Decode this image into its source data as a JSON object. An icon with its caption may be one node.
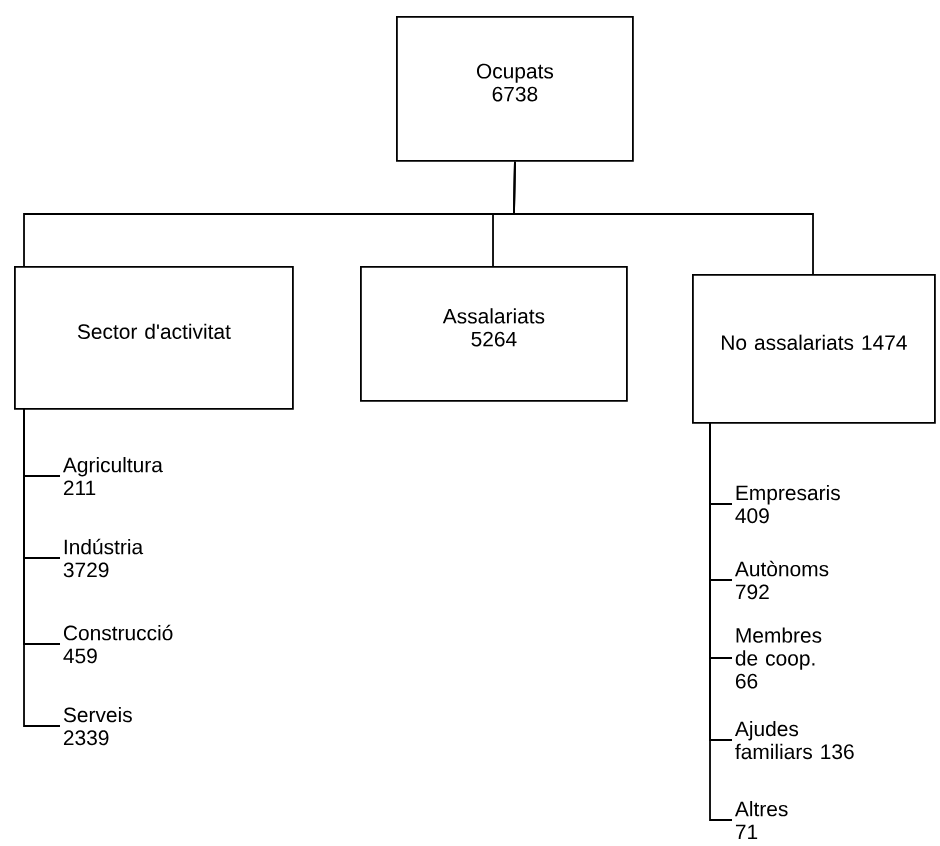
{
  "diagram": {
    "nodes": [
      {
        "text": [
          "Ocupats",
          "6738"
        ]
      },
      {
        "text": [
          "Sector d'activitat"
        ]
      },
      {
        "text": [
          "Assalariats",
          "5264"
        ]
      },
      {
        "text": [
          "No assalariats 1474"
        ]
      },
      {
        "text": [
          "Agricultura 211"
        ]
      },
      {
        "text": [
          "Indústria 3729"
        ]
      },
      {
        "text": [
          "Construcció 459"
        ]
      },
      {
        "text": [
          "Serveis 2339"
        ]
      },
      {
        "text": [
          "Empresaris 409"
        ]
      },
      {
        "text": [
          "Autònoms 792"
        ]
      },
      {
        "text": [
          "Membres de coop. 66"
        ]
      },
      {
        "text": [
          "Ajudes familiars 136"
        ]
      },
      {
        "text": [
          "Altres 71"
        ]
      }
    ],
    "edges": [
      {
        "from": 0,
        "to": 1,
        "arrow": "none"
      },
      {
        "from": 0,
        "to": 2,
        "arrow": "none"
      },
      {
        "from": 0,
        "to": 3,
        "arrow": "none"
      },
      {
        "from": 1,
        "to": 4,
        "arrow": "none"
      },
      {
        "from": 1,
        "to": 5,
        "arrow": "none"
      },
      {
        "from": 1,
        "to": 6,
        "arrow": "none"
      },
      {
        "from": 1,
        "to": 7,
        "arrow": "none"
      },
      {
        "from": 3,
        "to": 8,
        "arrow": "none"
      },
      {
        "from": 3,
        "to": 9,
        "arrow": "none"
      },
      {
        "from": 3,
        "to": 10,
        "arrow": "none"
      },
      {
        "from": 3,
        "to": 11,
        "arrow": "none"
      },
      {
        "from": 3,
        "to": 12,
        "arrow": "none"
      }
    ]
  }
}
